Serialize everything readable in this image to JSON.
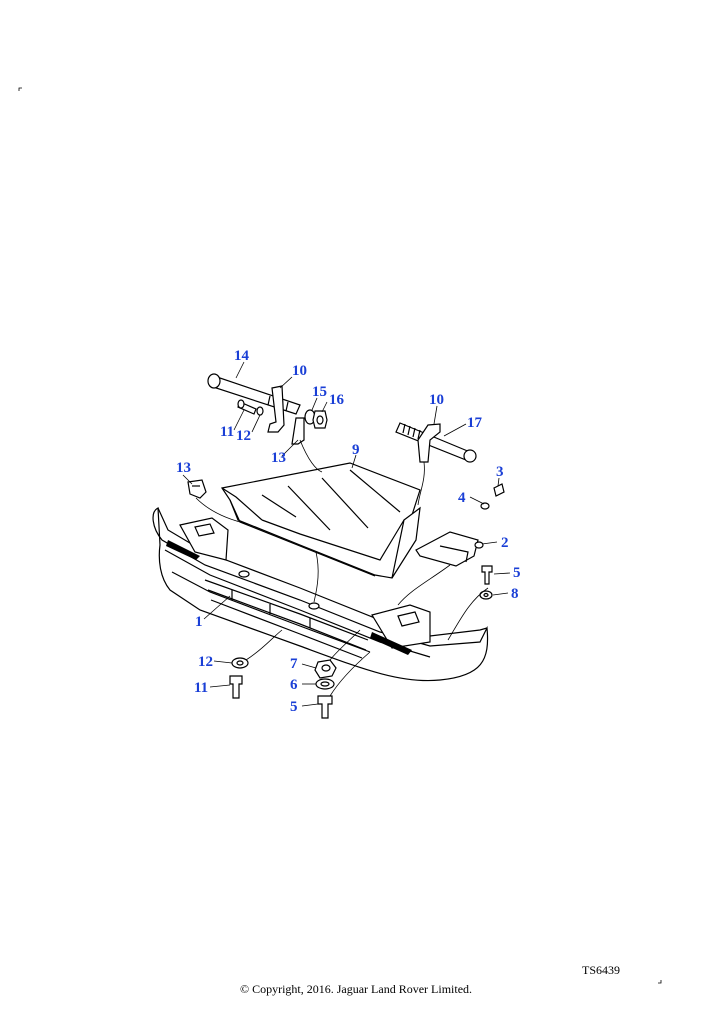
{
  "diagram": {
    "callouts": [
      {
        "id": "c14a",
        "label": "14"
      },
      {
        "id": "c10a",
        "label": "10"
      },
      {
        "id": "c15",
        "label": "15"
      },
      {
        "id": "c16",
        "label": "16"
      },
      {
        "id": "c11a",
        "label": "11"
      },
      {
        "id": "c12a",
        "label": "12"
      },
      {
        "id": "c13a",
        "label": "13"
      },
      {
        "id": "c9",
        "label": "9"
      },
      {
        "id": "c10b",
        "label": "10"
      },
      {
        "id": "c17",
        "label": "17"
      },
      {
        "id": "c3",
        "label": "3"
      },
      {
        "id": "c4",
        "label": "4"
      },
      {
        "id": "c13b",
        "label": "13"
      },
      {
        "id": "c2",
        "label": "2"
      },
      {
        "id": "c5a",
        "label": "5"
      },
      {
        "id": "c8",
        "label": "8"
      },
      {
        "id": "c1",
        "label": "1"
      },
      {
        "id": "c12b",
        "label": "12"
      },
      {
        "id": "c11b",
        "label": "11"
      },
      {
        "id": "c7",
        "label": "7"
      },
      {
        "id": "c6",
        "label": "6"
      },
      {
        "id": "c5b",
        "label": "5"
      }
    ],
    "reference": "TS6439",
    "copyright": "© Copyright, 2016. Jaguar Land Rover Limited."
  }
}
